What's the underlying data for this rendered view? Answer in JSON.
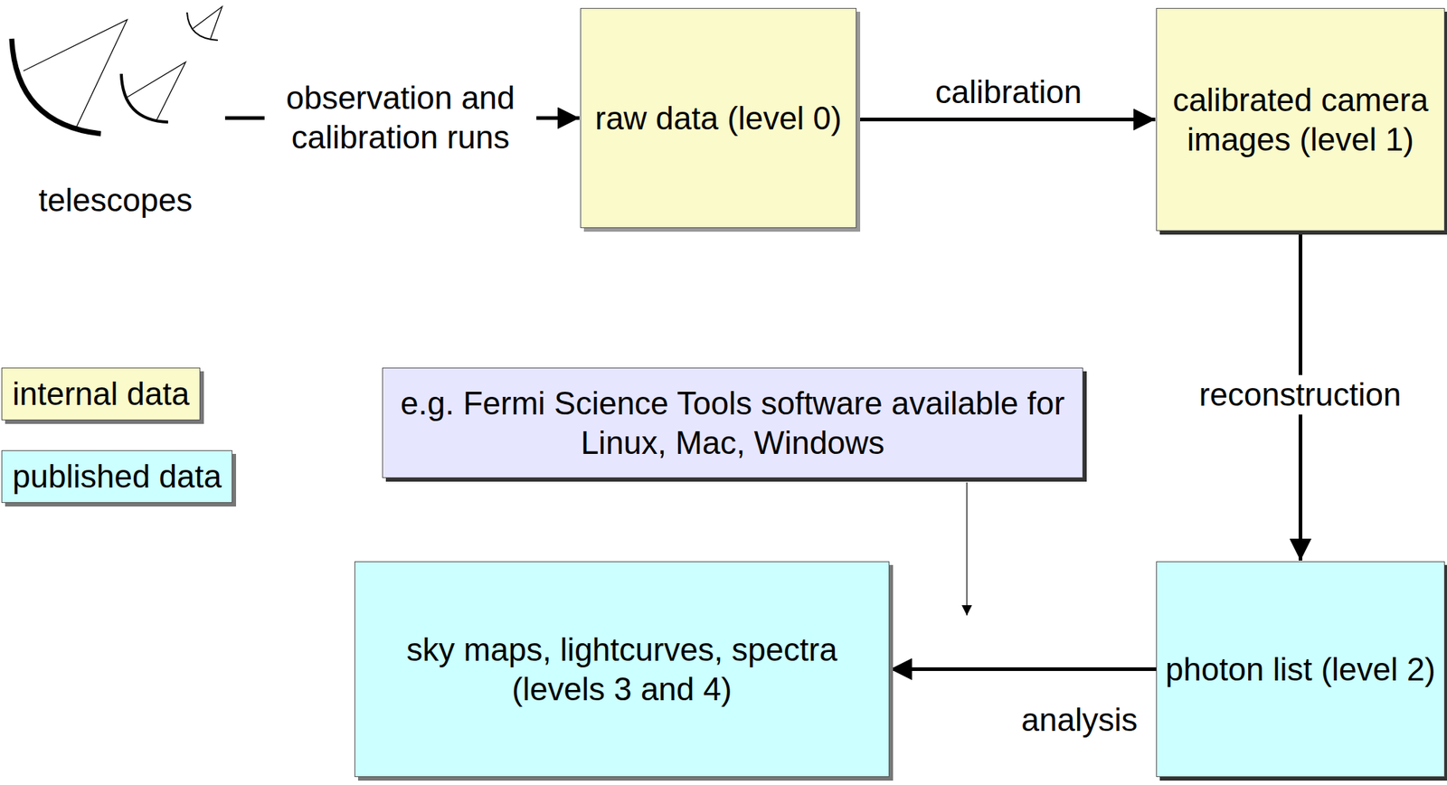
{
  "diagram": {
    "nodes": [
      {
        "text": [
          "telescopes"
        ]
      },
      {
        "text": [
          "raw data (level 0)"
        ]
      },
      {
        "text": [
          "calibrated camera images (level 1)"
        ]
      },
      {
        "text": [
          "e.g. Fermi Science Tools software available for Linux, Mac, Windows"
        ]
      },
      {
        "text": [
          "sky maps, lightcurves, spectra (levels 3 and 4)"
        ]
      },
      {
        "text": [
          "photon list (level 2)"
        ]
      }
    ],
    "edges": [
      {
        "from": 0,
        "to": 1,
        "arrow": "to",
        "label": "observation and calibration runs"
      },
      {
        "from": 1,
        "to": 2,
        "arrow": "to",
        "label": "calibration"
      },
      {
        "from": 2,
        "to": 5,
        "arrow": "to",
        "label": "reconstruction"
      },
      {
        "from": 5,
        "to": 4,
        "arrow": "to",
        "label": "analysis"
      }
    ],
    "legend": [
      {
        "text": "internal data",
        "color": "#fafacb"
      },
      {
        "text": "published data",
        "color": "#ccffff"
      }
    ]
  }
}
